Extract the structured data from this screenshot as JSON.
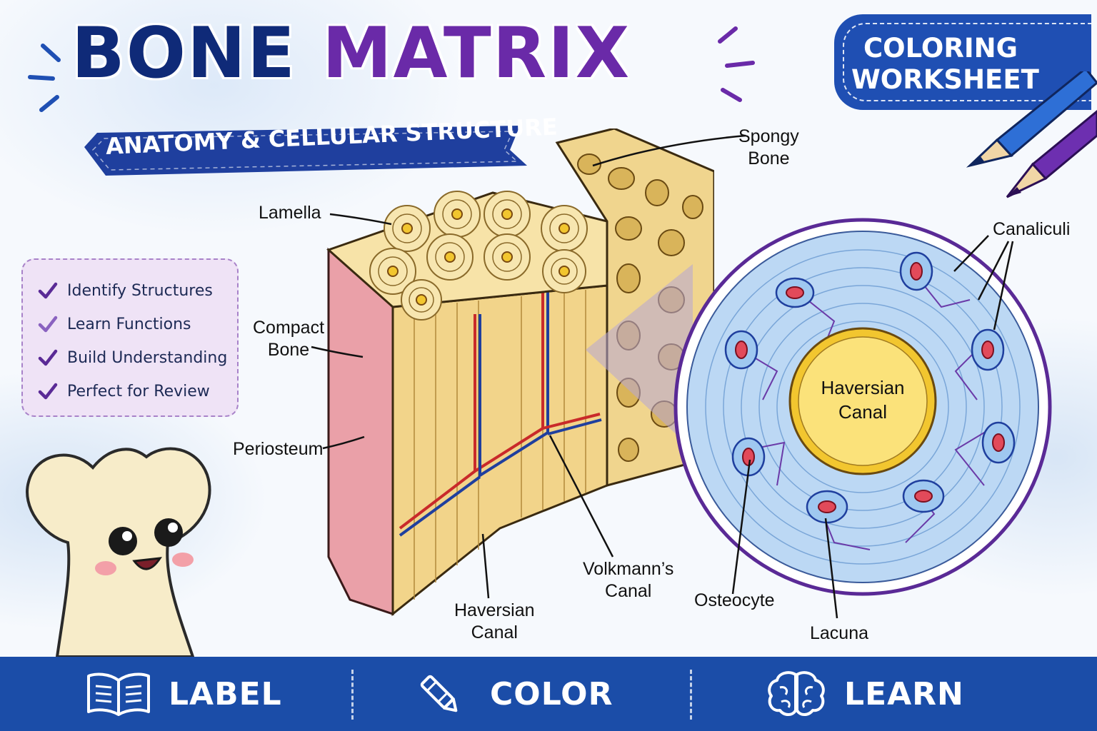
{
  "title": {
    "word1": "BONE",
    "word2": "MATRIX"
  },
  "subtitle": "ANATOMY & CELLULAR STRUCTURE",
  "badge": {
    "line1": "COLORING",
    "line2": "WORKSHEET"
  },
  "checklist": [
    "Identify Structures",
    "Learn Functions",
    "Build Understanding",
    "Perfect for Review"
  ],
  "labels": {
    "spongy_bone": [
      "Spongy",
      "Bone"
    ],
    "lamella": "Lamella",
    "compact_bone": [
      "Compact",
      "Bone"
    ],
    "periosteum": "Periosteum",
    "volkmanns_canal": [
      "Volkmann’s",
      "Canal"
    ],
    "haversian_canal_bottom": [
      "Haversian",
      "Canal"
    ],
    "canaliculi": "Canaliculi",
    "haversian_canal_center": [
      "Haversian",
      "Canal"
    ],
    "osteocyte": "Osteocyte",
    "lacuna": "Lacuna"
  },
  "bottom_bar": [
    {
      "label": "LABEL",
      "icon": "open-book-icon"
    },
    {
      "label": "COLOR",
      "icon": "crayon-icon"
    },
    {
      "label": "LEARN",
      "icon": "brain-icon"
    }
  ],
  "colors": {
    "navy": "#0f2a78",
    "purple": "#6a2aa8",
    "blue": "#1f4fb3",
    "bar": "#1b4da8",
    "bone": "#f3d98a",
    "periosteum": "#eaa0a8",
    "canal": "#f2c62f",
    "matrix": "#bcd8f4"
  }
}
